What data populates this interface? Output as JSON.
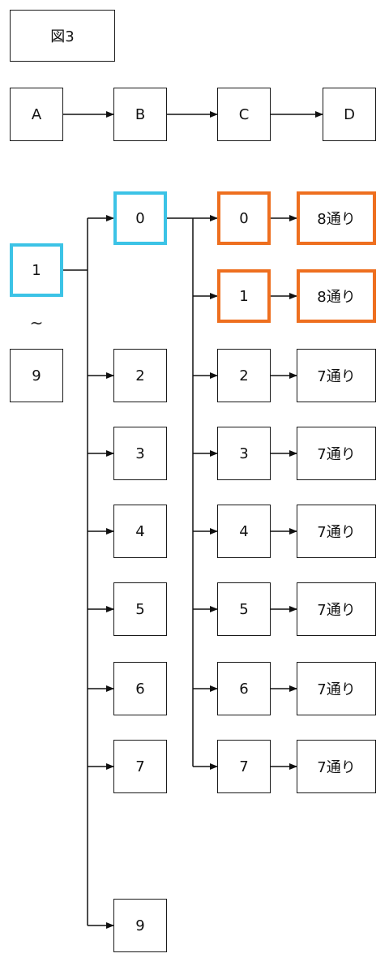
{
  "title": "図3",
  "header_chain": [
    "A",
    "B",
    "C",
    "D"
  ],
  "first_digit": {
    "from": "1",
    "range_mark": "~",
    "to": "9"
  },
  "second_digit": [
    "0",
    "2",
    "3",
    "4",
    "5",
    "6",
    "7",
    "9"
  ],
  "third_digit": [
    "0",
    "1",
    "2",
    "3",
    "4",
    "5",
    "6",
    "7"
  ],
  "counts": [
    "8通り",
    "8通り",
    "7通り",
    "7通り",
    "7通り",
    "7通り",
    "7通り",
    "7通り"
  ],
  "colors": {
    "highlight_blue": "#3cc3e6",
    "highlight_orange": "#ee6f1f",
    "line": "#111111"
  }
}
